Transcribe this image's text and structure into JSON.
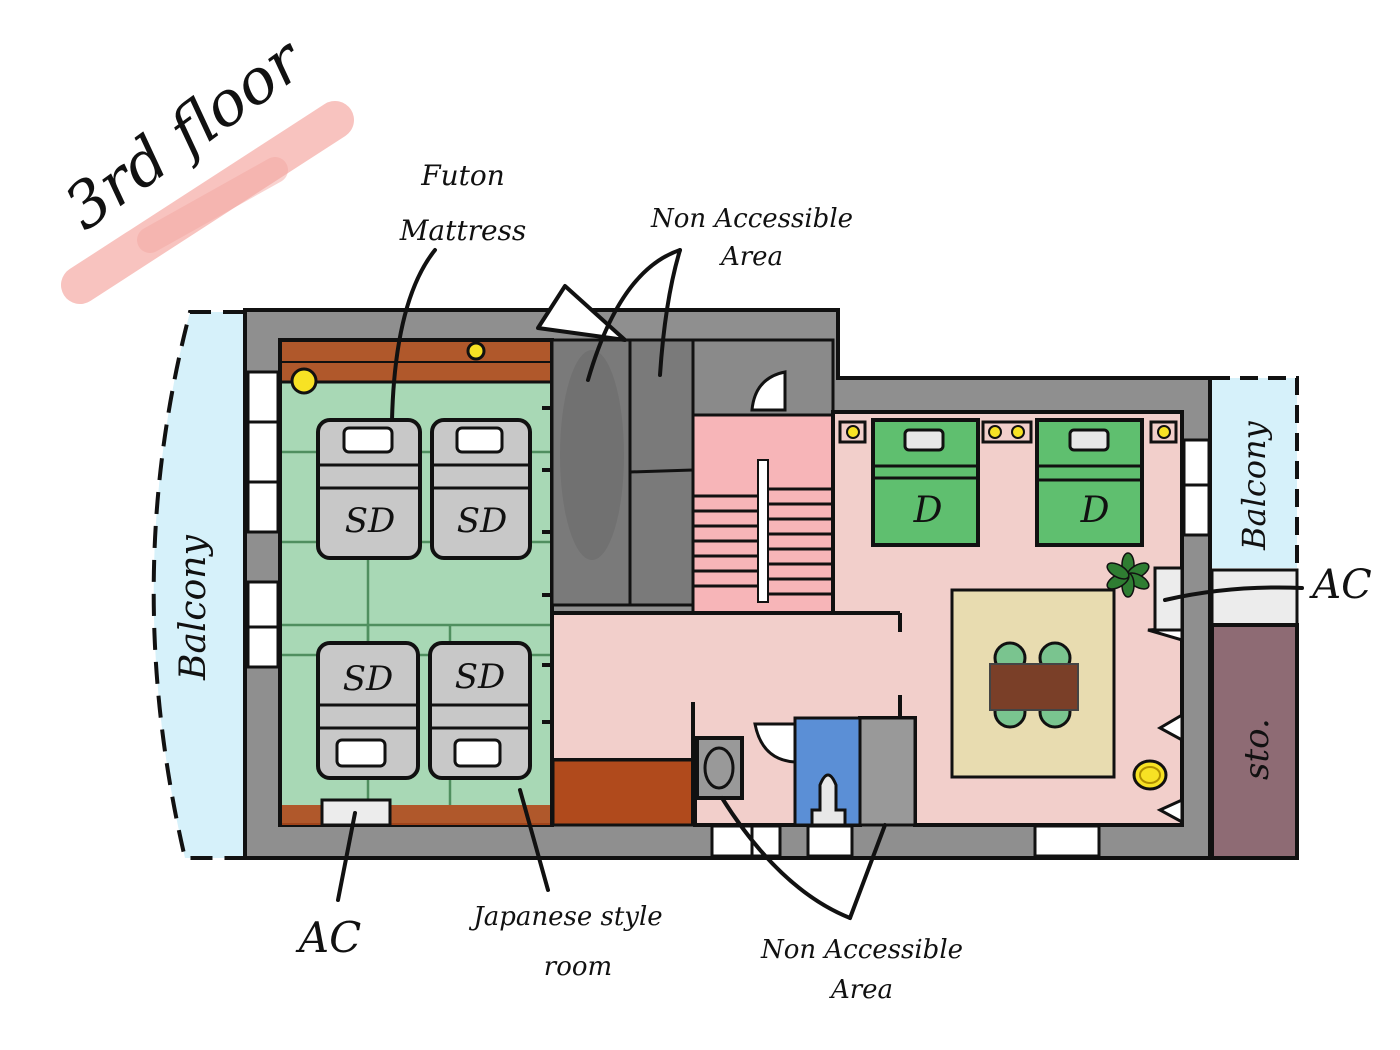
{
  "title": "3rd floor",
  "colors": {
    "wall": "#8f8f8f",
    "tatami": "#a8d8b5",
    "tatami_border": "#b04a1c",
    "bedroom_floor": "#f2cfcb",
    "stairs": "#f7b5b8",
    "balcony": "#d6f1fa",
    "storage": "#8e6b74",
    "bed_green": "#5fbf6f",
    "futon_gray": "#c8c8c8",
    "rug": "#e8dcb0",
    "table": "#7a3f28",
    "chair": "#7ac48f",
    "light_yellow": "#f7e224",
    "shower_blue": "#5b8fd6",
    "highlight": "#f7b9b4"
  },
  "rooms": {
    "japanese_room": "Japanese style room",
    "west_balcony": "Balcony",
    "east_balcony": "Balcony",
    "storage": "sto."
  },
  "labels": {
    "futon_line1": "Futon",
    "futon_line2": "Mattress",
    "non_accessible_top_line1": "Non Accessible",
    "non_accessible_top_line2": "Area",
    "non_accessible_bottom_line1": "Non Accessible",
    "non_accessible_bottom_line2": "Area",
    "ac_bottom_left": "AC",
    "ac_right": "AC",
    "japanese_line1": "Japanese style",
    "japanese_line2": "room"
  },
  "beds": {
    "futons": [
      {
        "label": "SD"
      },
      {
        "label": "SD"
      },
      {
        "label": "SD"
      },
      {
        "label": "SD"
      }
    ],
    "doubles": [
      {
        "label": "D"
      },
      {
        "label": "D"
      }
    ]
  }
}
